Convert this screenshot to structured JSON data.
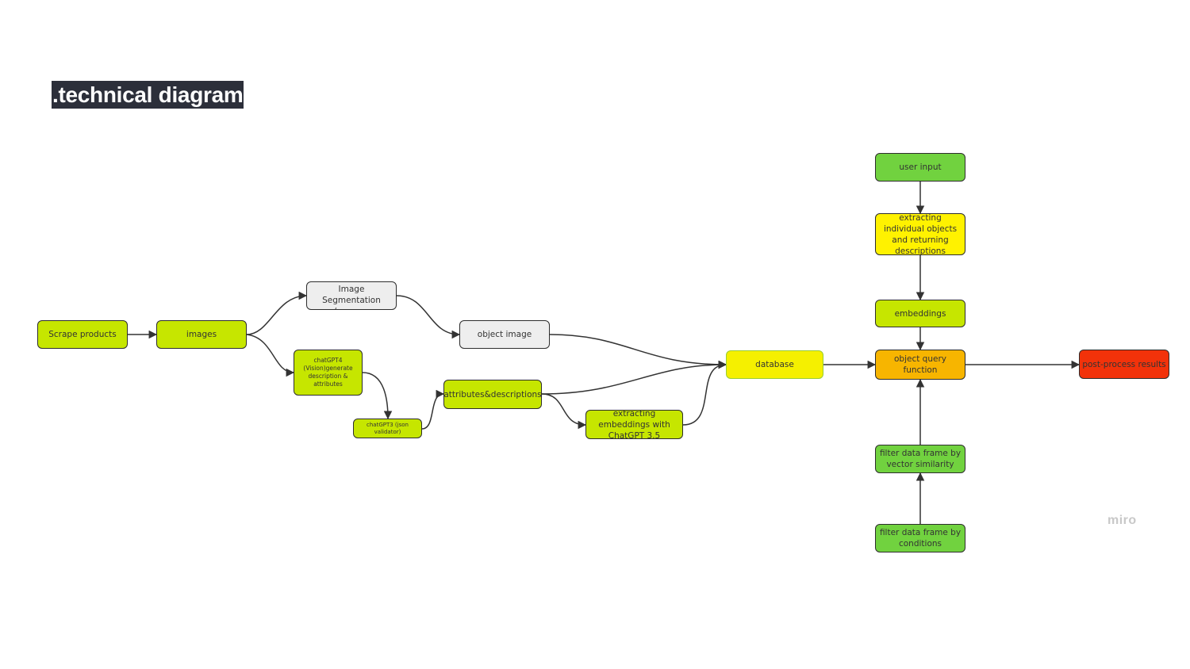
{
  "title": ".technical diagram",
  "watermark": "miro",
  "nodes": {
    "scrape_products": "Scrape products",
    "images": "images",
    "image_segmentation": "Image Segmentation (remove background,",
    "object_image": "object image",
    "chatgpt4": "chatGPT4 (Vision)generate description & attributes",
    "chatgpt3": "chatGPT3 (json validator)",
    "attributes_descriptions": "attributes&descriptions",
    "extracting_embeddings": "extracting embeddings with ChatGPT 3.5",
    "database": "database",
    "user_input": "user input",
    "extracting_objects": "extracting individual objects and returning descriptions",
    "embeddings": "embeddings",
    "object_query_function": "object query function",
    "post_process_results": "post-process results",
    "filter_vector_similarity": "filter data frame by vector similarity",
    "filter_conditions": "filter data frame by conditions"
  },
  "colors": {
    "lime": "#c6e600",
    "green": "#71d23f",
    "gray": "#eeeeee",
    "yellow": "#fff200",
    "orange": "#f7b500",
    "red": "#f2320a",
    "title_bg": "#2c2f3a"
  }
}
